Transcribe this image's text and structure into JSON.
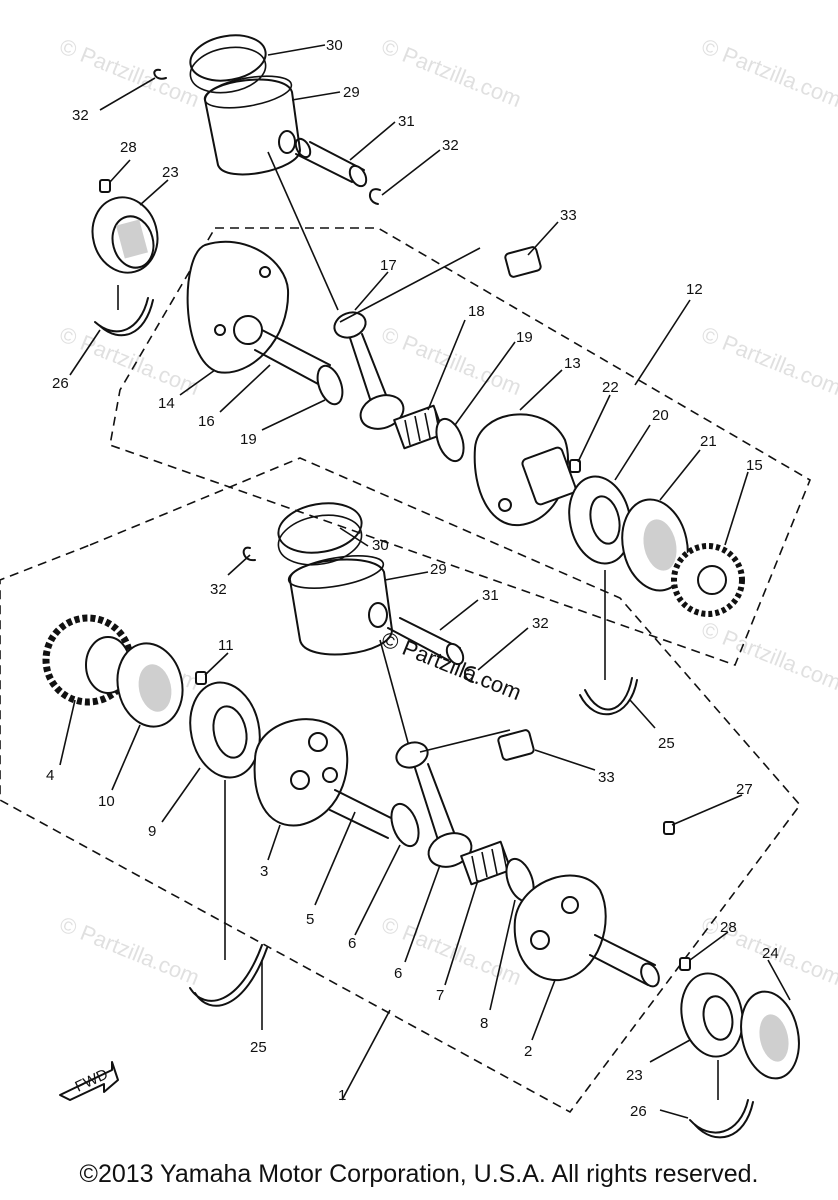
{
  "watermark": "© Partzilla.com",
  "copyright": "©2013 Yamaha Motor Corporation, U.S.A. All rights reserved.",
  "fwd_label": "FWD",
  "callouts": {
    "c30a": "30",
    "c29a": "29",
    "c31a": "31",
    "c32a": "32",
    "c32b": "32",
    "c28a": "28",
    "c23a": "23",
    "c33a": "33",
    "c17": "17",
    "c12": "12",
    "c18": "18",
    "c19a": "19",
    "c13": "13",
    "c22": "22",
    "c26a": "26",
    "c14": "14",
    "c16": "16",
    "c19b": "19",
    "c20": "20",
    "c21": "21",
    "c15": "15",
    "c30b": "30",
    "c29b": "29",
    "c32c": "32",
    "c31b": "31",
    "c32d": "32",
    "c11": "11",
    "c25a": "25",
    "c4": "4",
    "c10": "10",
    "c9": "9",
    "c33b": "33",
    "c27": "27",
    "c3": "3",
    "c5": "5",
    "c6a": "6",
    "c6b": "6",
    "c7": "7",
    "c8": "8",
    "c2": "2",
    "c28b": "28",
    "c24": "24",
    "c25b": "25",
    "c23b": "23",
    "c1": "1",
    "c26b": "26"
  }
}
